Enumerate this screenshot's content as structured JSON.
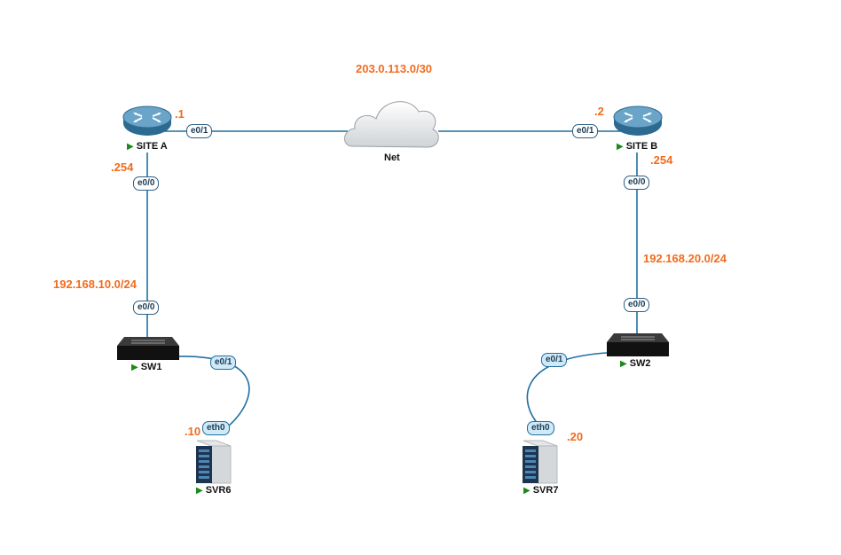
{
  "network": {
    "wan_subnet": "203.0.113.0/30",
    "lan_a_subnet": "192.168.10.0/24",
    "lan_b_subnet": "192.168.20.0/24"
  },
  "nodes": {
    "site_a": {
      "label": "SITE A",
      "wan_host": ".1",
      "lan_host": ".254"
    },
    "site_b": {
      "label": "SITE B",
      "wan_host": ".2",
      "lan_host": ".254"
    },
    "cloud": {
      "label": "Net"
    },
    "sw1": {
      "label": "SW1"
    },
    "sw2": {
      "label": "SW2"
    },
    "svr6": {
      "label": "SVR6",
      "host": ".10"
    },
    "svr7": {
      "label": "SVR7",
      "host": ".20"
    }
  },
  "interfaces": {
    "site_a_wan": "e0/1",
    "site_a_lan": "e0/0",
    "sw1_uplink": "e0/0",
    "sw1_server": "e0/1",
    "svr6_nic": "eth0",
    "site_b_wan": "e0/1",
    "site_b_lan": "e0/0",
    "sw2_uplink": "e0/0",
    "sw2_server": "e0/1",
    "svr7_nic": "eth0"
  },
  "colors": {
    "link": "#1f6fa0",
    "ip_label": "#f26b1d",
    "run_indicator": "#1a8a1a",
    "router_body": "#2c6a91"
  }
}
